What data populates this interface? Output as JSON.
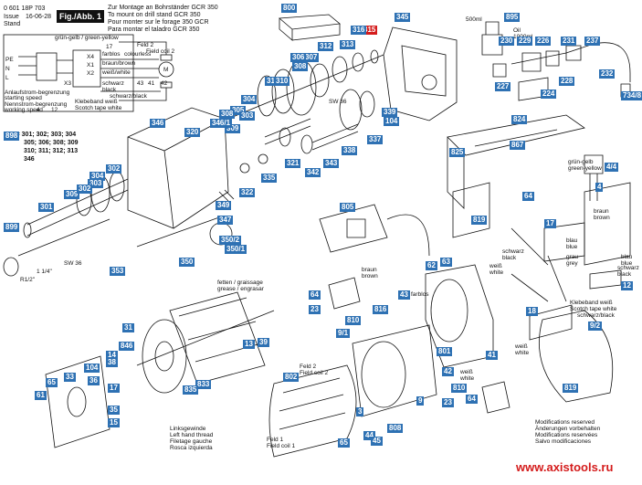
{
  "header": {
    "doc_number": "0 601 18P 703",
    "issue_label": "Issue",
    "issue_date": "16-06-28",
    "stand_label": "Stand",
    "fig_label": "Fig./Abb. 1",
    "title_de": "Zur Montage an Bohrständer GCR 350",
    "title_en": "To mount on drill stand GCR 350",
    "title_fr": "Pour monter sur le forage 350 GCR",
    "title_es": "Para montar el taladro GCR 350"
  },
  "wiring": {
    "gn_ye": "grün-gelb / green-yellow",
    "farblos": "farblos",
    "colourless": "colourless",
    "braun": "braun/brown",
    "weiss": "weiß/white",
    "schwarz": "schwarz",
    "black": "black",
    "schwarz_black": "schwarz/black",
    "feld2": "Feld 2",
    "field_coil2": "Field coil 2",
    "klebeband": "Klebeband weiß",
    "scotch": "Scotch tape white",
    "anlaufstrombegrenzung": "Anlaufstrom-begrenzung",
    "starting_speed": "starting speed",
    "nennstrom": "Nennstrom-begrenzung",
    "working_speed": "working speed",
    "pe": "PE",
    "n": "N",
    "l": "L",
    "num17": "17",
    "num4": "4",
    "num12": "12",
    "x1": "X1",
    "x2": "X2",
    "x3": "X3",
    "x4": "X4",
    "m": "M",
    "num41": "41",
    "num42": "42",
    "num43": "43"
  },
  "notes": {
    "linksgewinde": "Linksgewinde",
    "left_hand": "Left hand thread",
    "filetage": "Filetage gauche",
    "rosca": "Rosca izquierda",
    "mod_de": "Modifications reserved",
    "mod_en": "Änderungen vorbehalten",
    "mod_fr": "Modifications reservées",
    "mod_es": "Salvo modificaciones",
    "bom_898": "898 = 301; 302; 303; 304",
    "bom_line2": "305; 306; 308; 309",
    "bom_line3": "310; 311; 312; 313",
    "bom_line4": "346",
    "watermark": "www.axistools.ru",
    "oil_label": "Oil\n1000ml",
    "ml500": "500ml",
    "sw36": "SW 36",
    "sw36b": "SW 36",
    "r12": "R1/2\"",
    "thread114": "1 1/4\"",
    "fett": "fetten / graissage",
    "grease": "grease / engrasar",
    "feld_coil2a": "Field coil 2",
    "feld2a": "Feld 2",
    "feld1": "Feld 1",
    "field_coil1": "Field coil 1",
    "braun_brown": "braun\nbrown",
    "farblos43": "farblos",
    "schwarz_black2": "schwarz\nblack",
    "weiss_white": "weiß\nwhite",
    "gruen_yellow": "grün-gelb\ngreen-yellow",
    "braun_brown2": "braun\nbrown",
    "blau_blue": "blau\nblue",
    "grau_grey": "grau\ngrey",
    "blau_blue2": "blau\nblue",
    "schwarz_black3": "schwarz\nblack",
    "klebeband2": "Klebeband weiß",
    "scotch2": "Scotch tape white",
    "schwarz_black4": "schwarz/black",
    "weiss_white2": "weiß\nwhite",
    "weiss_white3": "weiß\nwhite"
  },
  "parts": [
    {
      "id": "800",
      "color": "blue"
    },
    {
      "id": "315",
      "color": "red"
    },
    {
      "id": "316",
      "color": "blue"
    },
    {
      "id": "345",
      "color": "blue"
    },
    {
      "id": "895",
      "color": "blue"
    },
    {
      "id": "230",
      "color": "blue"
    },
    {
      "id": "229",
      "color": "blue"
    },
    {
      "id": "226",
      "color": "blue"
    },
    {
      "id": "231",
      "color": "blue"
    },
    {
      "id": "237",
      "color": "blue"
    },
    {
      "id": "232",
      "color": "blue"
    },
    {
      "id": "227",
      "color": "blue"
    },
    {
      "id": "228",
      "color": "blue"
    },
    {
      "id": "224",
      "color": "blue"
    },
    {
      "id": "734/8",
      "color": "blue"
    },
    {
      "id": "313",
      "color": "blue"
    },
    {
      "id": "312",
      "color": "blue"
    },
    {
      "id": "307",
      "color": "blue"
    },
    {
      "id": "306",
      "color": "blue"
    },
    {
      "id": "308",
      "color": "blue"
    },
    {
      "id": "311",
      "color": "blue"
    },
    {
      "id": "310",
      "color": "blue"
    },
    {
      "id": "304",
      "color": "blue"
    },
    {
      "id": "305",
      "color": "blue"
    },
    {
      "id": "303",
      "color": "blue"
    },
    {
      "id": "309",
      "color": "blue"
    },
    {
      "id": "308",
      "color": "blue"
    },
    {
      "id": "339",
      "color": "blue"
    },
    {
      "id": "104",
      "color": "blue"
    },
    {
      "id": "337",
      "color": "blue"
    },
    {
      "id": "338",
      "color": "blue"
    },
    {
      "id": "346",
      "color": "blue"
    },
    {
      "id": "346/1",
      "color": "blue"
    },
    {
      "id": "320",
      "color": "blue"
    },
    {
      "id": "321",
      "color": "blue"
    },
    {
      "id": "342",
      "color": "blue"
    },
    {
      "id": "343",
      "color": "blue"
    },
    {
      "id": "322",
      "color": "blue"
    },
    {
      "id": "335",
      "color": "blue"
    },
    {
      "id": "898",
      "color": "blue"
    },
    {
      "id": "304",
      "color": "blue"
    },
    {
      "id": "302",
      "color": "blue"
    },
    {
      "id": "303",
      "color": "blue"
    },
    {
      "id": "309",
      "color": "blue"
    },
    {
      "id": "302",
      "color": "blue"
    },
    {
      "id": "301",
      "color": "blue"
    },
    {
      "id": "899",
      "color": "blue"
    },
    {
      "id": "349",
      "color": "blue"
    },
    {
      "id": "347",
      "color": "blue"
    },
    {
      "id": "350/2",
      "color": "blue"
    },
    {
      "id": "350/1",
      "color": "blue"
    },
    {
      "id": "350",
      "color": "blue"
    },
    {
      "id": "353",
      "color": "blue"
    },
    {
      "id": "824",
      "color": "blue"
    },
    {
      "id": "867",
      "color": "blue"
    },
    {
      "id": "825",
      "color": "blue"
    },
    {
      "id": "819",
      "color": "blue"
    },
    {
      "id": "64",
      "color": "blue"
    },
    {
      "id": "805",
      "color": "blue"
    },
    {
      "id": "63",
      "color": "blue"
    },
    {
      "id": "62",
      "color": "blue"
    },
    {
      "id": "64",
      "color": "blue"
    },
    {
      "id": "23",
      "color": "blue"
    },
    {
      "id": "43",
      "color": "blue"
    },
    {
      "id": "810",
      "color": "blue"
    },
    {
      "id": "816",
      "color": "blue"
    },
    {
      "id": "9/1",
      "color": "blue"
    },
    {
      "id": "801",
      "color": "blue"
    },
    {
      "id": "41",
      "color": "blue"
    },
    {
      "id": "42",
      "color": "blue"
    },
    {
      "id": "810",
      "color": "blue"
    },
    {
      "id": "64",
      "color": "blue"
    },
    {
      "id": "23",
      "color": "blue"
    },
    {
      "id": "9",
      "color": "blue"
    },
    {
      "id": "808",
      "color": "blue"
    },
    {
      "id": "4/4",
      "color": "blue"
    },
    {
      "id": "4",
      "color": "blue"
    },
    {
      "id": "17",
      "color": "blue"
    },
    {
      "id": "12",
      "color": "blue"
    },
    {
      "id": "18",
      "color": "blue"
    },
    {
      "id": "9/2",
      "color": "blue"
    },
    {
      "id": "819",
      "color": "blue"
    },
    {
      "id": "31",
      "color": "blue"
    },
    {
      "id": "846",
      "color": "blue"
    },
    {
      "id": "14",
      "color": "blue"
    },
    {
      "id": "38",
      "color": "blue"
    },
    {
      "id": "104",
      "color": "blue"
    },
    {
      "id": "36",
      "color": "blue"
    },
    {
      "id": "65",
      "color": "blue"
    },
    {
      "id": "33",
      "color": "blue"
    },
    {
      "id": "61",
      "color": "blue"
    },
    {
      "id": "17",
      "color": "blue"
    },
    {
      "id": "35",
      "color": "blue"
    },
    {
      "id": "15",
      "color": "blue"
    },
    {
      "id": "13",
      "color": "blue"
    },
    {
      "id": "39",
      "color": "blue"
    },
    {
      "id": "833",
      "color": "blue"
    },
    {
      "id": "835",
      "color": "blue"
    },
    {
      "id": "802",
      "color": "blue"
    },
    {
      "id": "65",
      "color": "blue"
    },
    {
      "id": "44",
      "color": "blue"
    },
    {
      "id": "3",
      "color": "blue"
    },
    {
      "id": "45",
      "color": "blue"
    }
  ]
}
